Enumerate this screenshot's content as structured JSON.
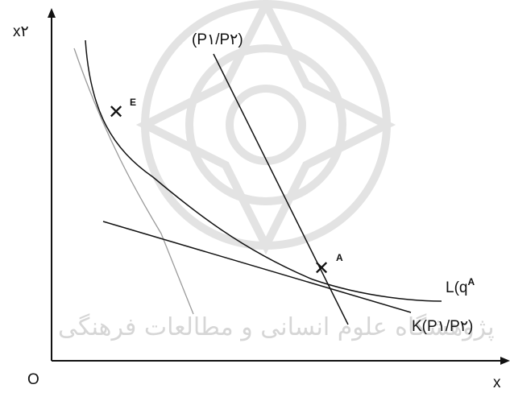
{
  "diagram": {
    "axes": {
      "y_label": "x۲",
      "x_label": "x",
      "origin_label": "O"
    },
    "curves": {
      "indifference_curve_label": "L(q",
      "indifference_curve_sup": "A",
      "steep_line_label": "(P۱/P۲)",
      "flat_line_label": "K(P۱/P۲)"
    },
    "points": {
      "A": {
        "marker": "✕",
        "label": "A"
      },
      "E": {
        "marker": "✕",
        "label": "E"
      }
    },
    "colors": {
      "line": "#111111",
      "watermark": "#d6d6d6"
    },
    "watermark_text": "پژوهشگاه علوم انسانی و مطالعات فرهنگی"
  }
}
